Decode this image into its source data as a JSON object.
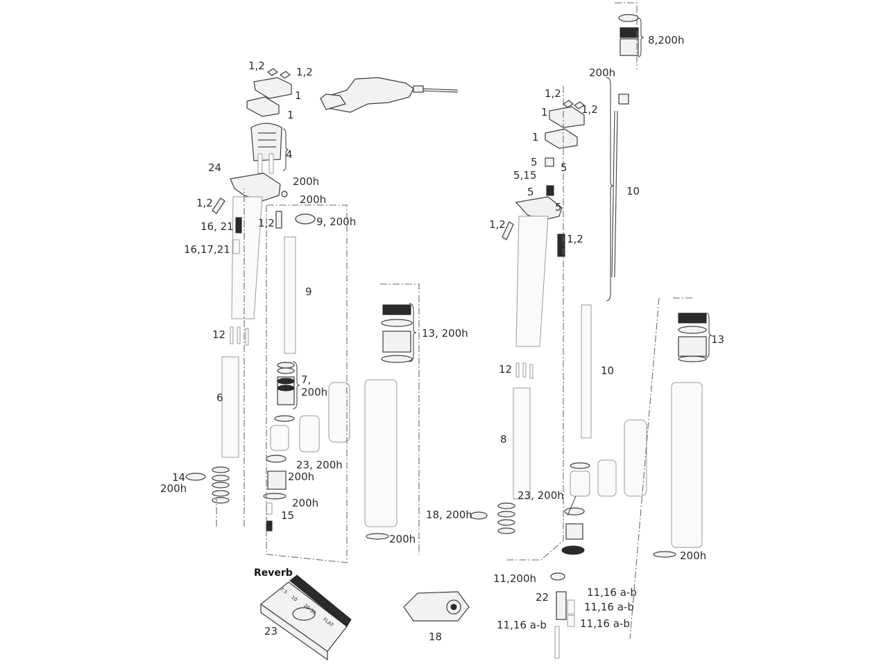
{
  "diagram": {
    "left_assembly": {
      "labels": [
        "1,2",
        "1,2",
        "1",
        "1",
        "4",
        "24",
        "200h",
        "200h",
        "1,2",
        "16, 21",
        "1,2",
        "9, 200h",
        "16,17,21",
        "9",
        "12",
        "6",
        "7,",
        "200h",
        "23, 200h",
        "200h",
        "14",
        "200h",
        "200h",
        "15",
        "13, 200h",
        "200h"
      ]
    },
    "right_assembly": {
      "labels": [
        "8,200h",
        "200h",
        "1,2",
        "1,2",
        "1",
        "1",
        "5",
        "5",
        "5,15",
        "5",
        "5",
        "10",
        "1,2",
        "1,2",
        "13",
        "12",
        "10",
        "8",
        "23, 200h",
        "18, 200h",
        "200h",
        "11,200h",
        "22",
        "11,16 a-b",
        "11,16 a-b",
        "11,16 a-b",
        "11,16 a-b"
      ]
    },
    "tools": {
      "tool_brand": "Reverb",
      "tool_labels": [
        "7.5",
        "10",
        "20-30",
        "FLAT"
      ],
      "tool_23_label": "23",
      "tool_18_label": "18"
    }
  }
}
